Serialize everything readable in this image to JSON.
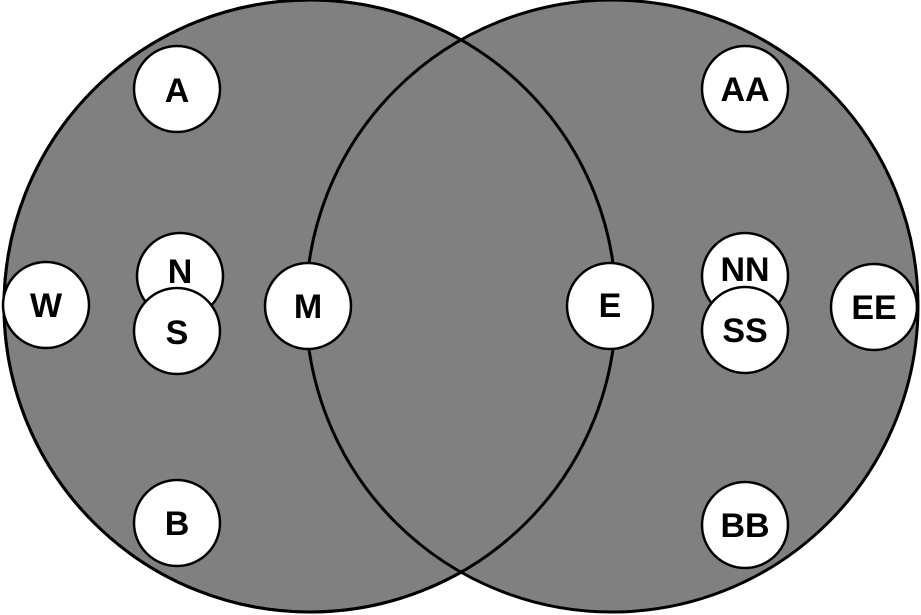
{
  "colors": {
    "background": "#ffffff",
    "circle_fill": "#808080",
    "outline": "#000000",
    "node_fill": "#ffffff"
  },
  "nodes": {
    "a": "A",
    "n": "N",
    "s": "S",
    "w": "W",
    "b": "B",
    "m": "M",
    "e": "E",
    "aa": "AA",
    "nn": "NN",
    "ss": "SS",
    "ee": "EE",
    "bb": "BB"
  }
}
